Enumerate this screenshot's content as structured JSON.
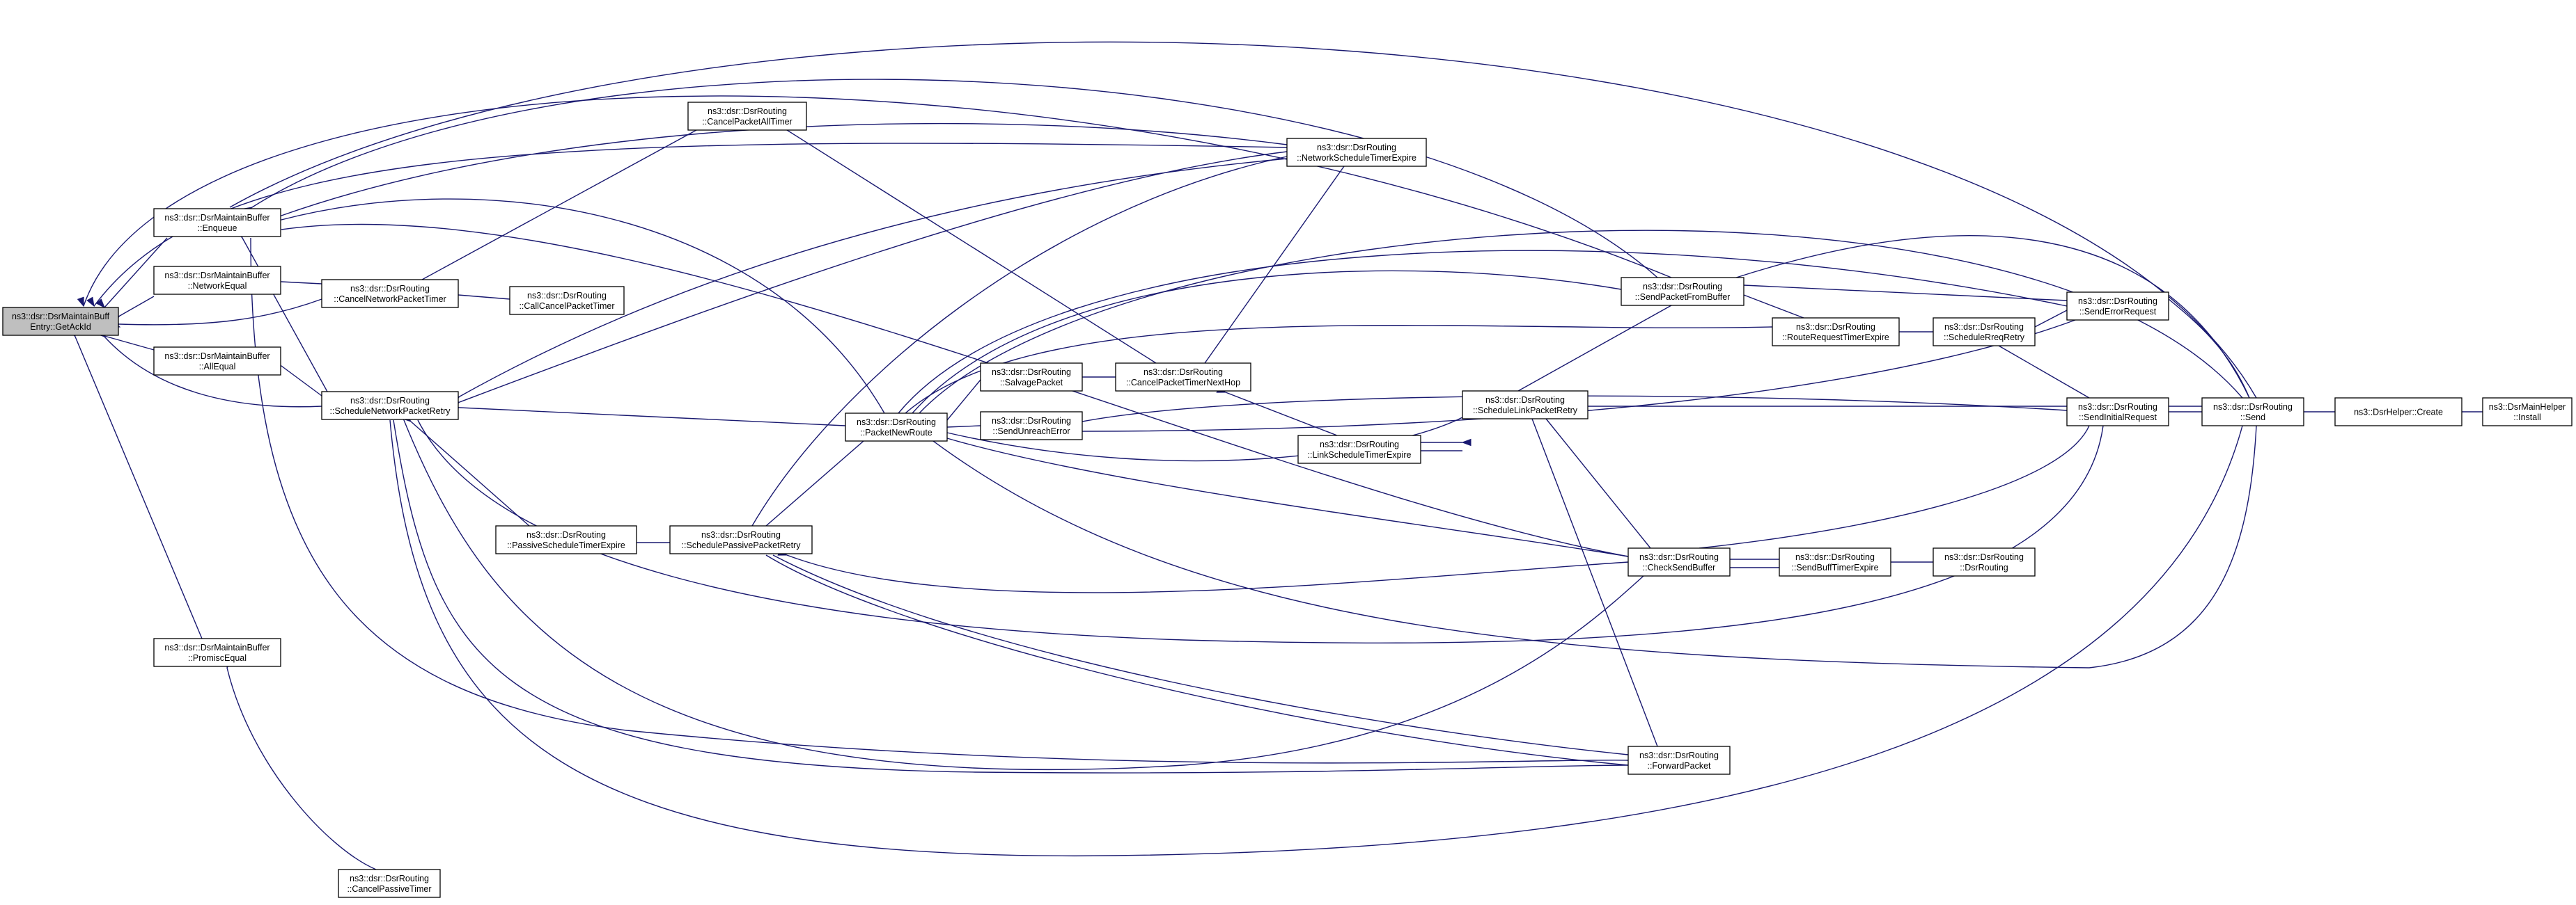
{
  "diagram": {
    "nodes": [
      {
        "id": "getackid",
        "lines": [
          "ns3::dsr::DsrMaintainBuff",
          "Entry::GetAckId"
        ],
        "root": true
      },
      {
        "id": "enqueue",
        "lines": [
          "ns3::dsr::DsrMaintainBuffer",
          "::Enqueue"
        ]
      },
      {
        "id": "networkequal",
        "lines": [
          "ns3::dsr::DsrMaintainBuffer",
          "::NetworkEqual"
        ]
      },
      {
        "id": "allequal",
        "lines": [
          "ns3::dsr::DsrMaintainBuffer",
          "::AllEqual"
        ]
      },
      {
        "id": "promiscequal",
        "lines": [
          "ns3::dsr::DsrMaintainBuffer",
          "::PromiscEqual"
        ]
      },
      {
        "id": "cancelnetworkpackettimer",
        "lines": [
          "ns3::dsr::DsrRouting",
          "::CancelNetworkPacketTimer"
        ]
      },
      {
        "id": "schedulenetworkpacketretry",
        "lines": [
          "ns3::dsr::DsrRouting",
          "::ScheduleNetworkPacketRetry"
        ]
      },
      {
        "id": "cancelpassivetimer",
        "lines": [
          "ns3::dsr::DsrRouting",
          "::CancelPassiveTimer"
        ]
      },
      {
        "id": "cancelpacketalltimer",
        "lines": [
          "ns3::dsr::DsrRouting",
          "::CancelPacketAllTimer"
        ]
      },
      {
        "id": "callcancelpackettimer",
        "lines": [
          "ns3::dsr::DsrRouting",
          "::CallCancelPacketTimer"
        ]
      },
      {
        "id": "passivescheduletimerexpire",
        "lines": [
          "ns3::dsr::DsrRouting",
          "::PassiveScheduleTimerExpire"
        ]
      },
      {
        "id": "schedulepassivepacketretry",
        "lines": [
          "ns3::dsr::DsrRouting",
          "::SchedulePassivePacketRetry"
        ]
      },
      {
        "id": "packetnewroute",
        "lines": [
          "ns3::dsr::DsrRouting",
          "::PacketNewRoute"
        ]
      },
      {
        "id": "salvagepacket",
        "lines": [
          "ns3::dsr::DsrRouting",
          "::SalvagePacket"
        ]
      },
      {
        "id": "sendunreacherror",
        "lines": [
          "ns3::dsr::DsrRouting",
          "::SendUnreachError"
        ]
      },
      {
        "id": "cancelpackettimernexthop",
        "lines": [
          "ns3::dsr::DsrRouting",
          "::CancelPacketTimerNextHop"
        ]
      },
      {
        "id": "networkscheduletimerexpire",
        "lines": [
          "ns3::dsr::DsrRouting",
          "::NetworkScheduleTimerExpire"
        ]
      },
      {
        "id": "linkscheduletimerexpire",
        "lines": [
          "ns3::dsr::DsrRouting",
          "::LinkScheduleTimerExpire"
        ]
      },
      {
        "id": "schedulelinkpacketretry",
        "lines": [
          "ns3::dsr::DsrRouting",
          "::ScheduleLinkPacketRetry"
        ]
      },
      {
        "id": "sendpacketfrombuffer",
        "lines": [
          "ns3::dsr::DsrRouting",
          "::SendPacketFromBuffer"
        ]
      },
      {
        "id": "routerequesttimerexpire",
        "lines": [
          "ns3::dsr::DsrRouting",
          "::RouteRequestTimerExpire"
        ]
      },
      {
        "id": "schedulerreqretry",
        "lines": [
          "ns3::dsr::DsrRouting",
          "::ScheduleRreqRetry"
        ]
      },
      {
        "id": "senderrorrequest",
        "lines": [
          "ns3::dsr::DsrRouting",
          "::SendErrorRequest"
        ]
      },
      {
        "id": "sendinitialrequest",
        "lines": [
          "ns3::dsr::DsrRouting",
          "::SendInitialRequest"
        ]
      },
      {
        "id": "checksendbuffer",
        "lines": [
          "ns3::dsr::DsrRouting",
          "::CheckSendBuffer"
        ]
      },
      {
        "id": "sendbufftimerexpire",
        "lines": [
          "ns3::dsr::DsrRouting",
          "::SendBuffTimerExpire"
        ]
      },
      {
        "id": "dsrrouting",
        "lines": [
          "ns3::dsr::DsrRouting",
          "::DsrRouting"
        ]
      },
      {
        "id": "forwardpacket",
        "lines": [
          "ns3::dsr::DsrRouting",
          "::ForwardPacket"
        ]
      },
      {
        "id": "send",
        "lines": [
          "ns3::dsr::DsrRouting",
          "::Send"
        ]
      },
      {
        "id": "create",
        "lines": [
          "ns3::DsrHelper::Create"
        ]
      },
      {
        "id": "install",
        "lines": [
          "ns3::DsrMainHelper",
          "::Install"
        ]
      }
    ]
  }
}
